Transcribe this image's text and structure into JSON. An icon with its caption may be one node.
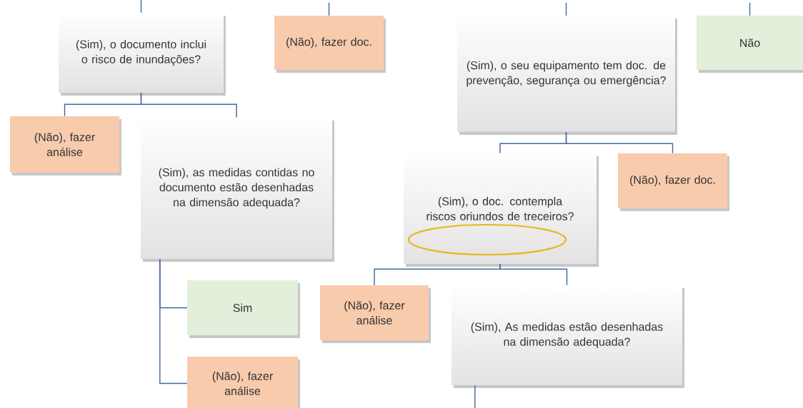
{
  "diagram": {
    "nodes": [
      {
        "text": [
          "(Sim), o documento inclui o risco de inundações?"
        ]
      },
      {
        "text": [
          "(Não), fazer doc."
        ]
      },
      {
        "text": [
          "(Sim), o seu equipamento tem doc. de prevenção, segurança ou emergência?"
        ]
      },
      {
        "text": [
          "Não"
        ]
      },
      {
        "text": [
          "(Não), fazer análise"
        ]
      },
      {
        "text": [
          "(Sim), as medidas contidas no documento estão desenhadas na dimensão adequada?"
        ]
      },
      {
        "text": [
          "(Sim), o doc. contempla riscos oriundos de treceiros?"
        ]
      },
      {
        "text": [
          "(Não), fazer doc."
        ]
      },
      {
        "text": [
          "Sim"
        ]
      },
      {
        "text": [
          "(Não), fazer análise"
        ]
      },
      {
        "text": [
          "(Sim), As medidas estão desenhadas na dimensão adequada?"
        ]
      },
      {
        "text": [
          "(Não), fazer análise"
        ]
      }
    ],
    "edges": [
      {
        "from": null,
        "to": 0,
        "arrow": "none"
      },
      {
        "from": null,
        "to": 1,
        "arrow": "none"
      },
      {
        "from": null,
        "to": 2,
        "arrow": "none"
      },
      {
        "from": null,
        "to": 3,
        "arrow": "none"
      },
      {
        "from": 0,
        "to": 4,
        "arrow": "none"
      },
      {
        "from": 0,
        "to": 5,
        "arrow": "none"
      },
      {
        "from": 2,
        "to": 6,
        "arrow": "none"
      },
      {
        "from": 2,
        "to": 7,
        "arrow": "none"
      },
      {
        "from": 5,
        "to": 8,
        "arrow": "none"
      },
      {
        "from": 5,
        "to": 11,
        "arrow": "none"
      },
      {
        "from": 6,
        "to": 9,
        "arrow": "none"
      },
      {
        "from": 6,
        "to": 10,
        "arrow": "none"
      },
      {
        "from": 10,
        "to": null,
        "arrow": "none"
      }
    ]
  }
}
